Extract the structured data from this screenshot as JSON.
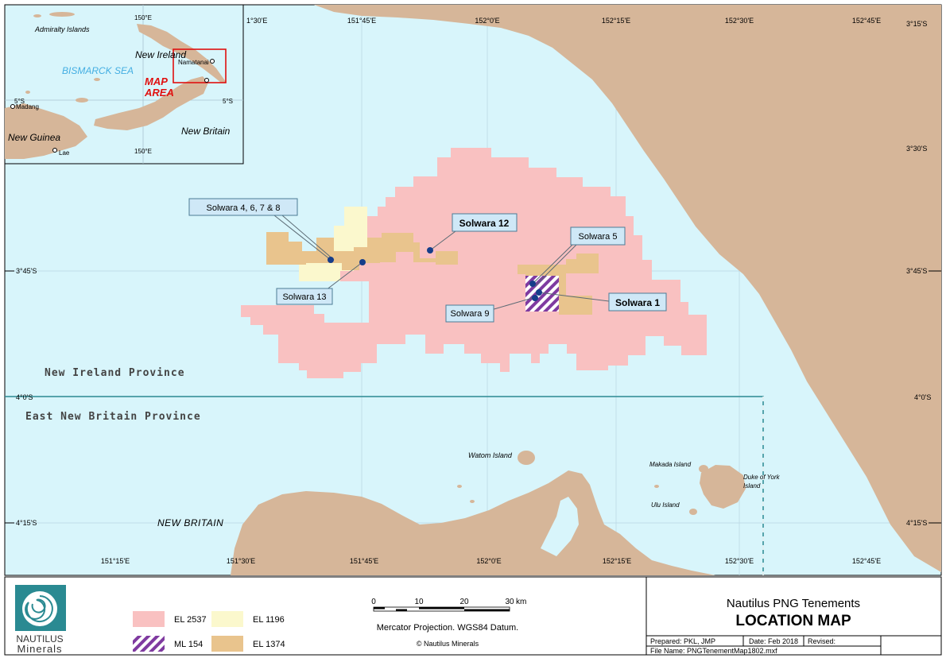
{
  "map": {
    "colors": {
      "sea": "#d8f5fb",
      "land": "#d6b699",
      "el_2537": "#f9c1c1",
      "el_1196": "#fbf8cd",
      "el_1374": "#e9c48d",
      "ml_154_stripe": "#7f3aa0",
      "site_marker": "#163d8a",
      "callout_fill": "#cfe8f7"
    },
    "top_longitudes": [
      "1°30'E",
      "151°45'E",
      "152°0'E",
      "152°15'E",
      "152°30'E",
      "152°45'E"
    ],
    "bottom_longitudes": [
      "151°15'E",
      "151°30'E",
      "151°45'E",
      "152°0'E",
      "152°15'E",
      "152°30'E",
      "152°45'E"
    ],
    "right_latitudes": [
      "3°15'S",
      "3°30'S",
      "3°45'S",
      "4°0'S",
      "4°15'S"
    ],
    "left_latitudes": [
      "3°45'S",
      "4°0'S",
      "4°15'S"
    ],
    "provinces": {
      "north": "New Ireland Province",
      "south": "East New Britain Province"
    },
    "landmass_label": "NEW BRITAIN",
    "islands": [
      "Watom Island",
      "Makada Island",
      "Duke of York",
      "Island",
      "Ulu Island"
    ],
    "sites": {
      "solwara_4678": "Solwara 4, 6, 7 & 8",
      "solwara_12": "Solwara 12",
      "solwara_13": "Solwara 13",
      "solwara_5": "Solwara  5",
      "solwara_9": "Solwara 9",
      "solwara_1": "Solwara 1"
    }
  },
  "inset": {
    "labels": {
      "admiralty": "Admiralty Islands",
      "lon_top": "150°E",
      "lon_bottom": "150°E",
      "new_ireland": "New Ireland",
      "namatanai": "Namatanai",
      "bismarck": "BISMARCK SEA",
      "map_area_1": "MAP",
      "map_area_2": "AREA",
      "lat_left": "5°S",
      "lat_right": "5°S",
      "madang": "Madang",
      "new_britain": "New Britain",
      "new_guinea": "New Guinea",
      "lae": "Lae"
    }
  },
  "footer": {
    "logo": {
      "line1": "NAUTILUS",
      "line2": "Minerals"
    },
    "legend": [
      {
        "label": "EL 2537"
      },
      {
        "label": "EL 1196"
      },
      {
        "label": "ML 154"
      },
      {
        "label": "EL 1374"
      }
    ],
    "scale": {
      "ticks": [
        "0",
        "10",
        "20",
        "30"
      ],
      "unit": "km",
      "projection": "Mercator Projection.  WGS84 Datum.",
      "copyright": "© Nautilus Minerals"
    },
    "title_block": {
      "line1": "Nautilus PNG Tenements",
      "line2": "LOCATION MAP",
      "prepared": "Prepared:  PKL, JMP",
      "date": "Date: Feb 2018",
      "revised": "Revised:",
      "file_name": "File Name: PNGTenementMap1802.mxf"
    }
  }
}
